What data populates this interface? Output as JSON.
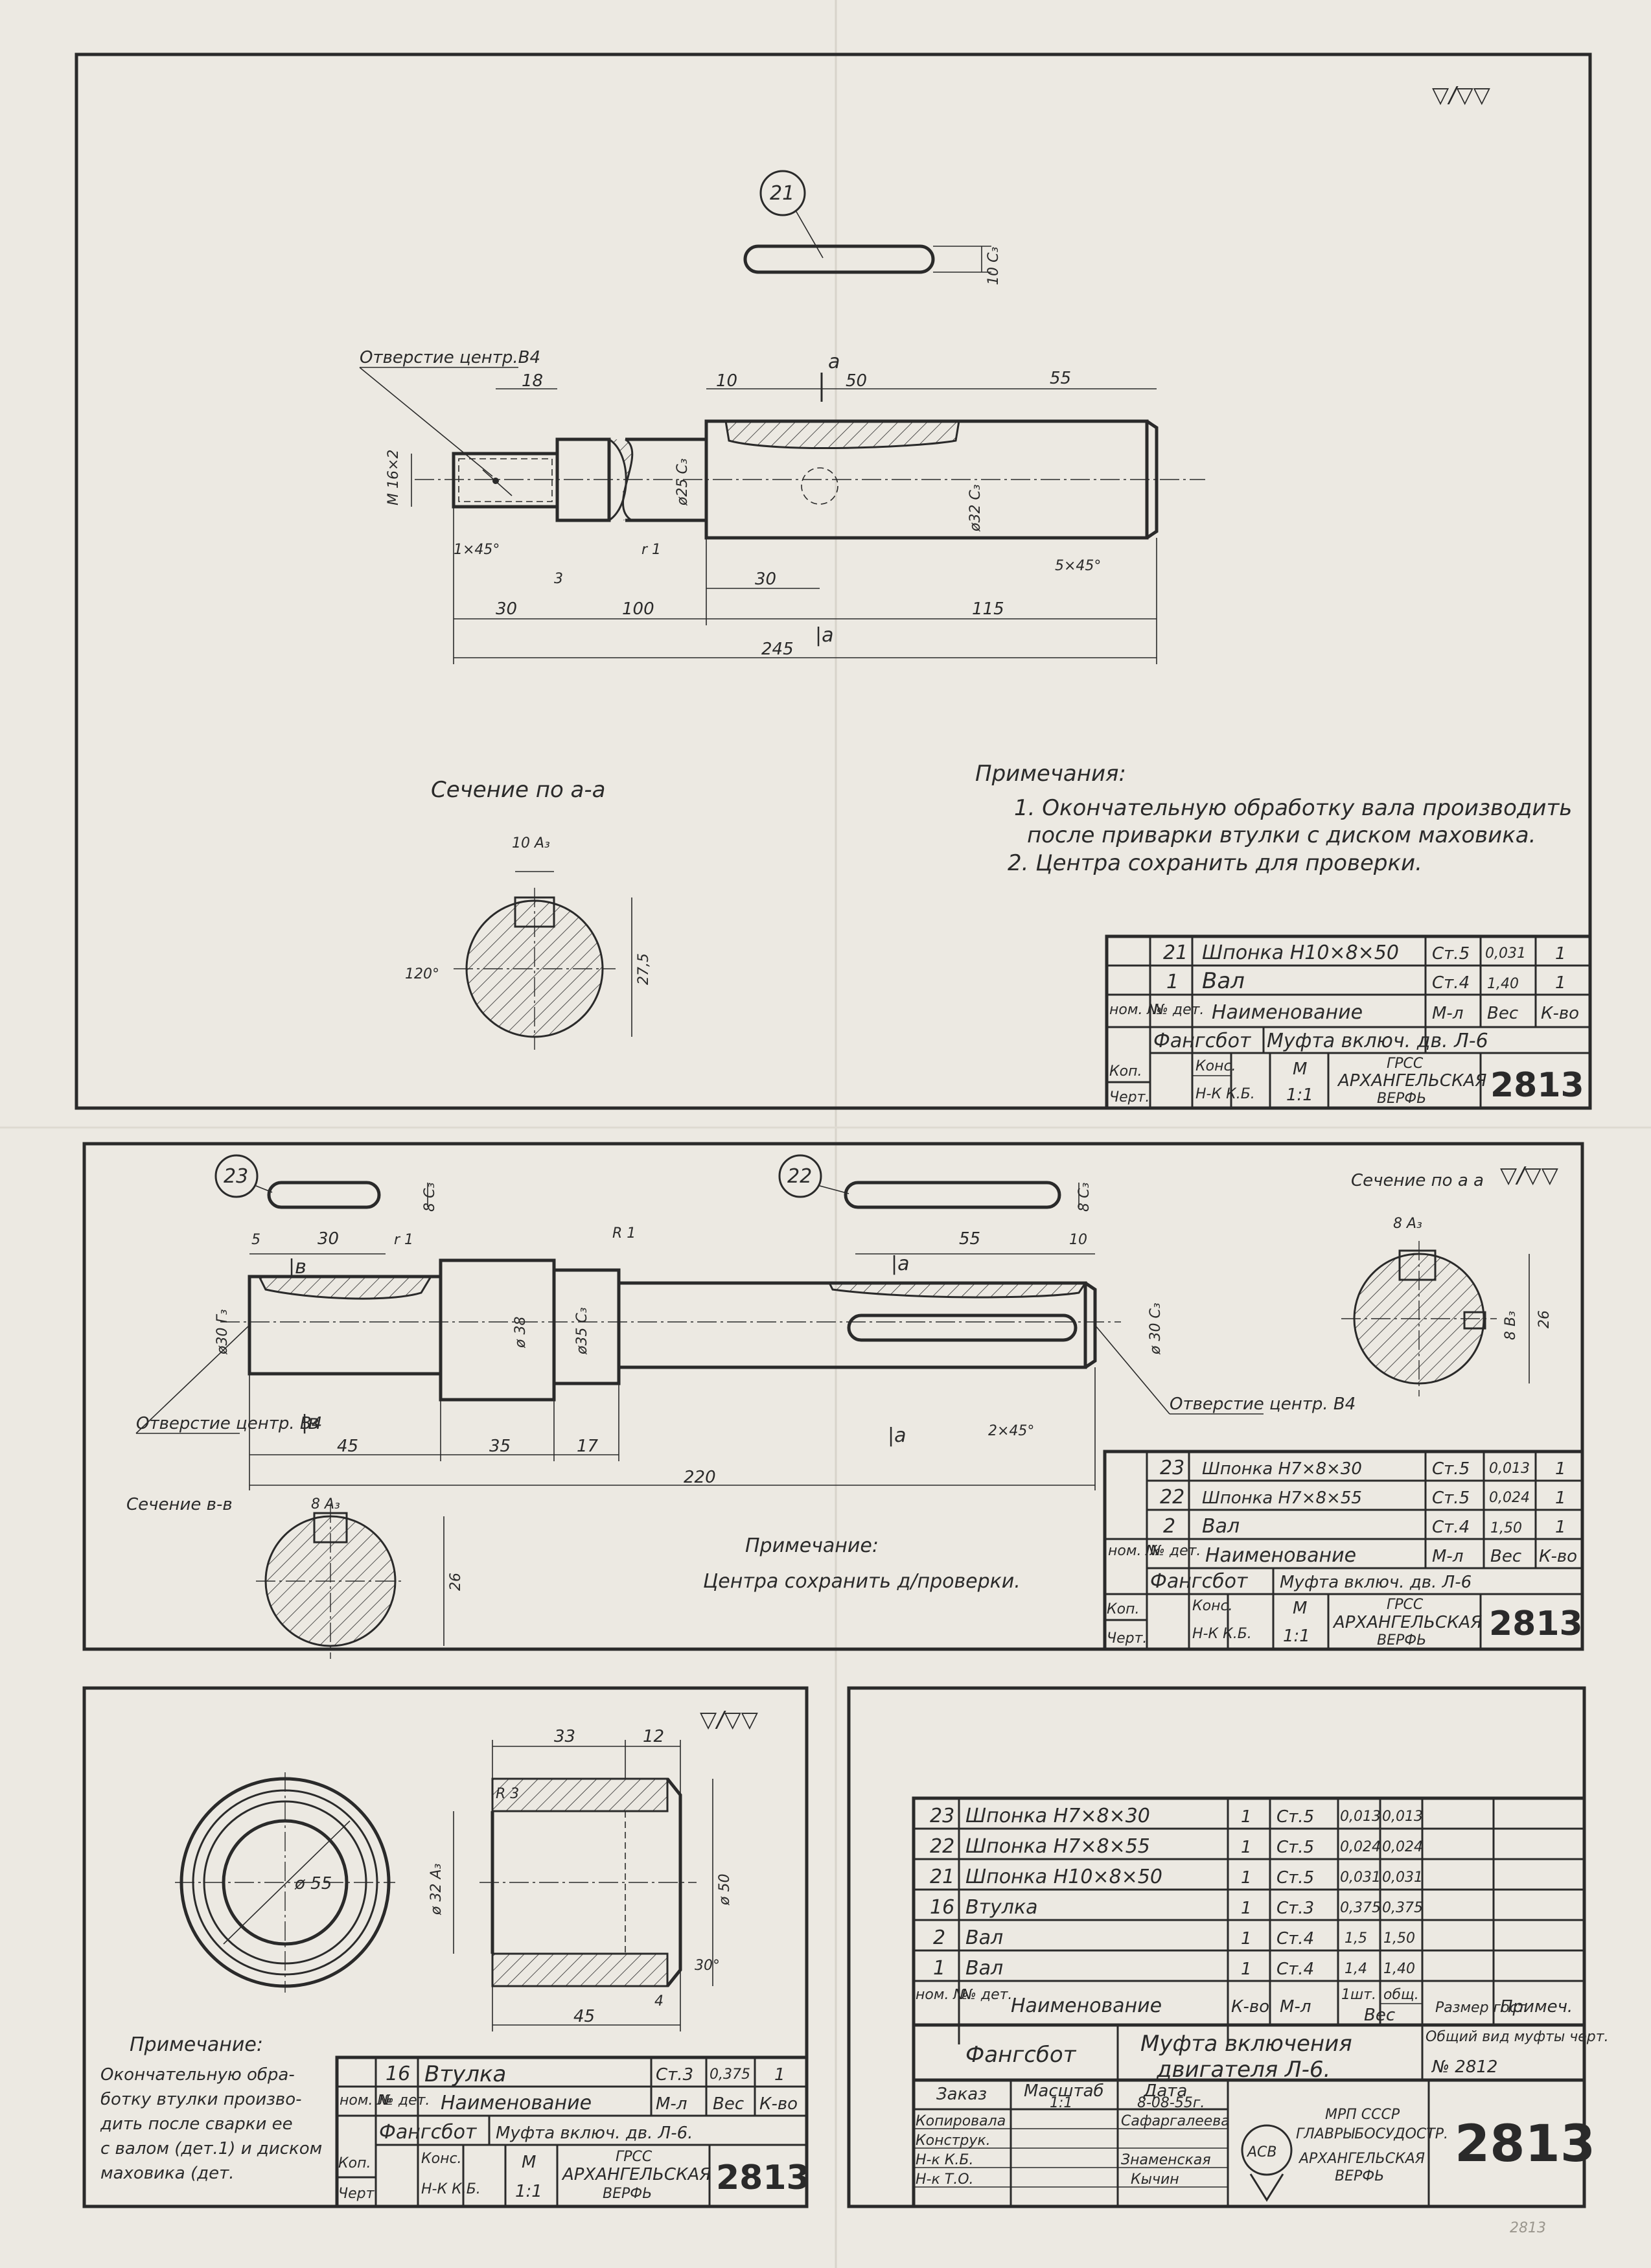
{
  "surface": "▽/▽▽",
  "top": {
    "shaft_dims": {
      "d10": "10",
      "d50": "50",
      "d55": "55",
      "d18": "18",
      "d30a": "30",
      "d100": "100",
      "d30b": "30",
      "d115": "115",
      "d245": "245",
      "d3": "3",
      "dia25": "ø25 C₃",
      "dia32": "ø32 C₃",
      "m16": "M 16×2",
      "ch1": "1×45°",
      "ch5": "5×45°",
      "r1": "r 1",
      "sec_a": "a",
      "sec_a2": "|a"
    },
    "callout_hole": "Отверстие центр.В4",
    "key_balloon": "21",
    "key_dim": "10 C₃",
    "section_title": "Сечение по а-а",
    "section_dims": {
      "width": "10 A₃",
      "angle": "120°",
      "depth": "27,5"
    },
    "notes": {
      "title": "Примечания:",
      "line1": "1. Окончательную обработку вала производить",
      "line2": "после приварки втулки с диском маховика.",
      "line3": "2. Центра сохранить для проверки."
    },
    "title_block": {
      "rows": [
        {
          "num": "21",
          "name": "Шпонка Н10×8×50",
          "mat": "Ст.5",
          "mass": "0,031",
          "qty": "1"
        },
        {
          "num": "1",
          "name": "Вал",
          "mat": "Ст.4",
          "mass": "1,40",
          "qty": "1"
        }
      ],
      "hdr_num": "ном. №",
      "hdr_det": "№ дет.",
      "hdr_name": "Наименование",
      "hdr_mat": "М-л",
      "hdr_mass": "Вес",
      "hdr_qty": "К-во",
      "org": "Фангсбот",
      "title": "Муфта включ. дв. Л-6",
      "kop": "Коп.",
      "chert": "Черт.",
      "kons": "Конс.",
      "nk": "Н-К К.Б.",
      "scale_label": "М",
      "scale": "1:1",
      "company1": "ГРСС",
      "company2": "АРХАНГЕЛЬСКАЯ",
      "company3": "ВЕРФЬ",
      "number": "2813"
    }
  },
  "middle": {
    "shaft_dims": {
      "d5": "5",
      "d30": "30",
      "r1": "r 1",
      "dR": "R 1",
      "d55": "55",
      "d10": "10",
      "dia30": "ø30 Г₃",
      "dia38": "ø 38",
      "dia35": "ø35 C₃",
      "dia30b": "ø 30 C₃",
      "d45": "45",
      "d35": "35",
      "d17": "17",
      "d220": "220",
      "ch2": "2×45°",
      "secB": "|в",
      "secB2": "|в",
      "secA": "|а",
      "secA2": "|а"
    },
    "callout_left": "Отверстие центр. В4",
    "callout_right": "Отверстие центр. В4",
    "key23": "23",
    "key22": "22",
    "key23_dim": "8 C₃",
    "key22_dim": "8 C₃",
    "sectionA_title": "Сечение по а а",
    "sectionA_dims": {
      "width": "8 A₃",
      "depth": "26",
      "key": "8 B₃"
    },
    "sectionB_title": "Сечение в-в",
    "sectionB_dims": {
      "width": "8 A₃",
      "depth": "26"
    },
    "note_title": "Примечание:",
    "note_text": "Центра сохранить д/проверки.",
    "title_block": {
      "rows": [
        {
          "num": "23",
          "name": "Шпонка Н7×8×30",
          "mat": "Ст.5",
          "mass": "0,013",
          "qty": "1"
        },
        {
          "num": "22",
          "name": "Шпонка Н7×8×55",
          "mat": "Ст.5",
          "mass": "0,024",
          "qty": "1"
        },
        {
          "num": "2",
          "name": "Вал",
          "mat": "Ст.4",
          "mass": "1,50",
          "qty": "1"
        }
      ],
      "hdr_num": "ном. №",
      "hdr_det": "№ дет.",
      "hdr_name": "Наименование",
      "hdr_mat": "М-л",
      "hdr_mass": "Вес",
      "hdr_qty": "К-во",
      "org": "Фангсбот",
      "title": "Муфта включ. дв. Л-6",
      "kop": "Коп.",
      "chert": "Черт.",
      "kons": "Конс.",
      "nk": "Н-К К.Б.",
      "scale_label": "М",
      "scale": "1:1",
      "company1": "ГРСС",
      "company2": "АРХАНГЕЛЬСКАЯ",
      "company3": "ВЕРФЬ",
      "number": "2813"
    }
  },
  "bottom_left": {
    "dims": {
      "d33": "33",
      "d12": "12",
      "dia55": "ø 55",
      "dia32": "ø 32 A₃",
      "dia50": "ø 50",
      "r3": "R 3",
      "a30": "30°",
      "d4": "4",
      "d45": "45"
    },
    "note_title": "Примечание:",
    "note_lines": [
      "Окончательную обра-",
      "ботку втулки произво-",
      "дить после сварки ее",
      "с валом (дет.1) и диском",
      "маховика (дет."
    ],
    "title_block": {
      "row": {
        "num": "16",
        "name": "Втулка",
        "mat": "Ст.3",
        "mass": "0,375",
        "qty": "1"
      },
      "hdr_num": "ном. №",
      "hdr_det": "№ дет.",
      "hdr_name": "Наименование",
      "hdr_mat": "М-л",
      "hdr_mass": "Вес",
      "hdr_qty": "К-во",
      "org": "Фангсбот",
      "title": "Муфта включ. дв. Л-6.",
      "kop": "Коп.",
      "chert": "Черт.",
      "kons": "Конс.",
      "nk": "Н-К К.Б.",
      "scale_label": "М",
      "scale": "1:1",
      "company1": "ГРСС",
      "company2": "АРХАНГЕЛЬСКАЯ",
      "company3": "ВЕРФЬ",
      "number": "2813"
    }
  },
  "bottom_right": {
    "spec_rows": [
      {
        "num": "23",
        "name": "Шпонка Н7×8×30",
        "qty": "1",
        "mat": "Ст.5",
        "m1": "0,013",
        "m2": "0,013"
      },
      {
        "num": "22",
        "name": "Шпонка Н7×8×55",
        "qty": "1",
        "mat": "Ст.5",
        "m1": "0,024",
        "m2": "0,024"
      },
      {
        "num": "21",
        "name": "Шпонка Н10×8×50",
        "qty": "1",
        "mat": "Ст.5",
        "m1": "0,031",
        "m2": "0,031"
      },
      {
        "num": "16",
        "name": "Втулка",
        "qty": "1",
        "mat": "Ст.3",
        "m1": "0,375",
        "m2": "0,375"
      },
      {
        "num": "2",
        "name": "Вал",
        "qty": "1",
        "mat": "Ст.4",
        "m1": "1,5",
        "m2": "1,50"
      },
      {
        "num": "1",
        "name": "Вал",
        "qty": "1",
        "mat": "Ст.4",
        "m1": "1,4",
        "m2": "1,40"
      }
    ],
    "hdr_num": "ном. №",
    "hdr_det": "№ дет.",
    "hdr_name": "Наименование",
    "hdr_qty": "К-во",
    "hdr_mat": "М-л",
    "hdr_weight": "Вес",
    "hdr_w1": "1шт.",
    "hdr_w2": "общ.",
    "hdr_size": "Размер гост",
    "hdr_note": "Примеч.",
    "org": "Фангсбот",
    "title1": "Муфта включения",
    "title2": "двигателя Л-6.",
    "general": "Общий вид муфты черт.",
    "general_no": "№ 2812",
    "zakaz": "Заказ",
    "masshtab": "Масштаб",
    "scale": "1:1",
    "data_label": "Дата",
    "date": "8-08-55г.",
    "kopir": "Копировала",
    "konstr": "Конструк.",
    "nk_kb": "Н-к К.Б.",
    "nk_to": "Н-к Т.О.",
    "name1": "Сафаргалеева",
    "name2": "Знаменская",
    "name3": "Кычин",
    "ministry1": "МРП СССР",
    "ministry2": "ГЛАВРЫБОСУДОСТР.",
    "company1": "АРХАНГЕЛЬСКАЯ",
    "company2": "ВЕРФЬ",
    "logo": "АСВ",
    "number": "2813"
  },
  "stamp": "2813"
}
